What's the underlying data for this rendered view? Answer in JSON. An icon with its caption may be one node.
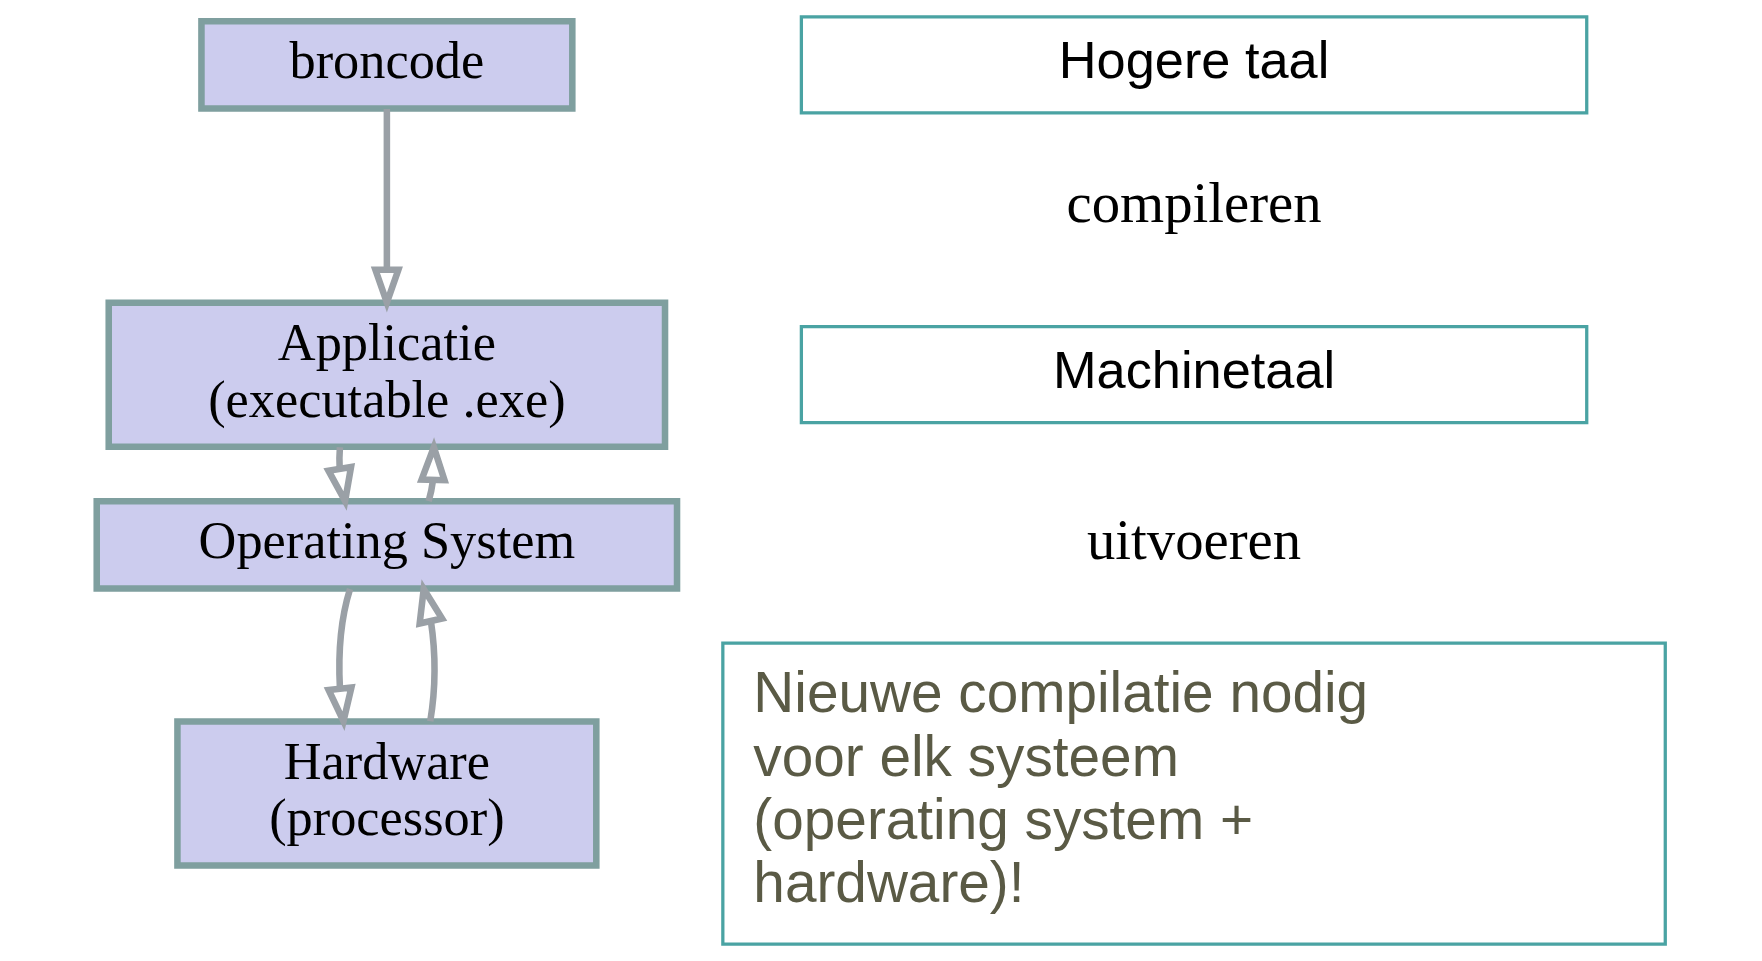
{
  "diagram": {
    "nodes": [
      {
        "text": [
          "broncode"
        ]
      },
      {
        "text": [
          "Applicatie",
          "(executable .exe)"
        ]
      },
      {
        "text": [
          "Operating System"
        ]
      },
      {
        "text": [
          "Hardware",
          "(processor)"
        ]
      },
      {
        "text": [
          "Hogere taal"
        ]
      },
      {
        "text": [
          "Machinetaal"
        ]
      },
      {
        "text": [
          "Nieuwe compilatie nodig voor elk systeem (operating system + hardware)!"
        ]
      }
    ],
    "edges": [
      {
        "from": 0,
        "to": 1,
        "arrow": "to"
      },
      {
        "from": 1,
        "to": 2,
        "arrow": "to"
      },
      {
        "from": 2,
        "to": 1,
        "arrow": "to"
      },
      {
        "from": 2,
        "to": 3,
        "arrow": "to"
      },
      {
        "from": 3,
        "to": 2,
        "arrow": "to"
      }
    ],
    "labels": [
      "compileren",
      "uitvoeren"
    ]
  }
}
